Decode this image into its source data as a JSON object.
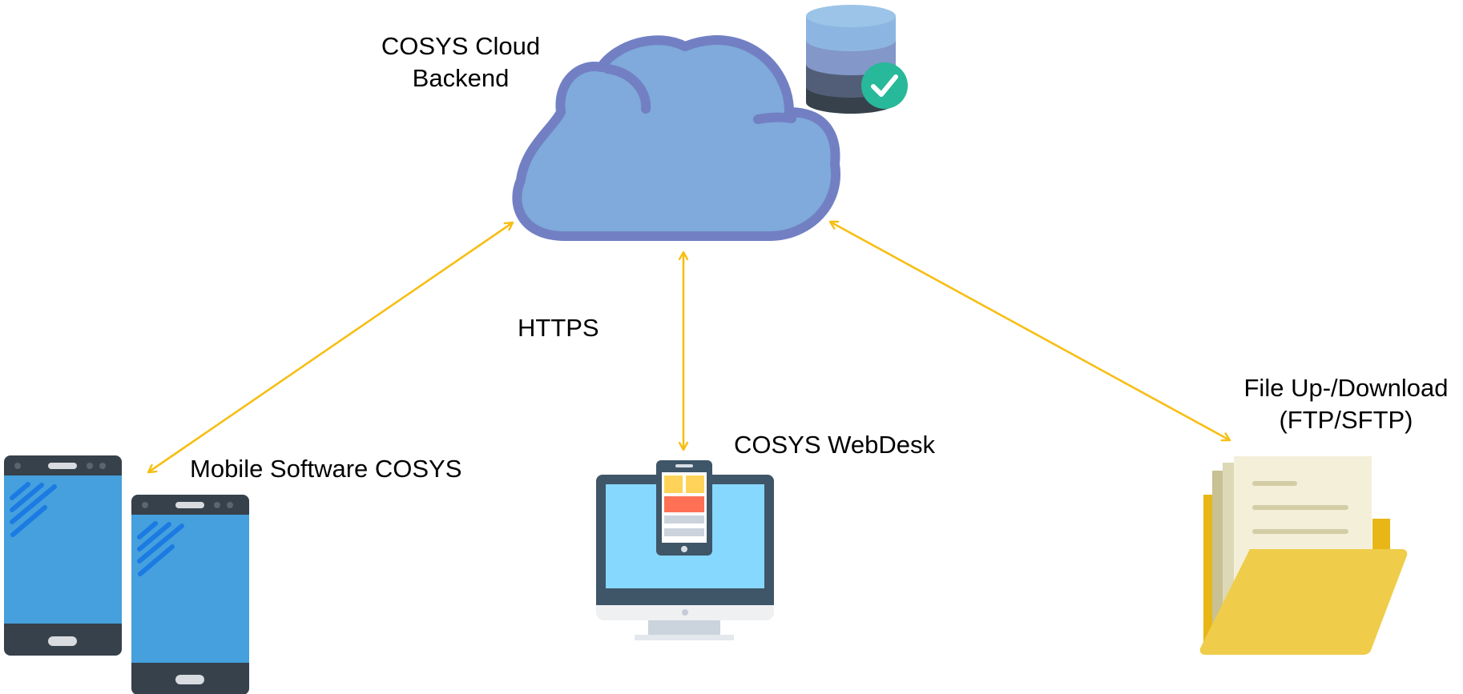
{
  "labels": {
    "cloud_backend": "COSYS Cloud\nBackend",
    "protocol": "HTTPS",
    "mobile": "Mobile Software COSYS",
    "webdesk": "COSYS WebDesk",
    "file_transfer": "File Up-/Download\n(FTP/SFTP)"
  },
  "icons": {
    "cloud": "cloud-icon",
    "database": "database-check-icon",
    "mobile": "smartphone-icon",
    "desktop": "monitor-tablet-icon",
    "folder": "folder-documents-icon"
  },
  "colors": {
    "arrow": "#F7BE14",
    "cloud_fill": "#7FAADB",
    "cloud_stroke": "#7280C3",
    "check": "#27B99A",
    "phone_body": "#37414B",
    "phone_screen": "#45A0DD",
    "monitor_screen": "#86D8FF",
    "folder": "#EFCD4A"
  }
}
